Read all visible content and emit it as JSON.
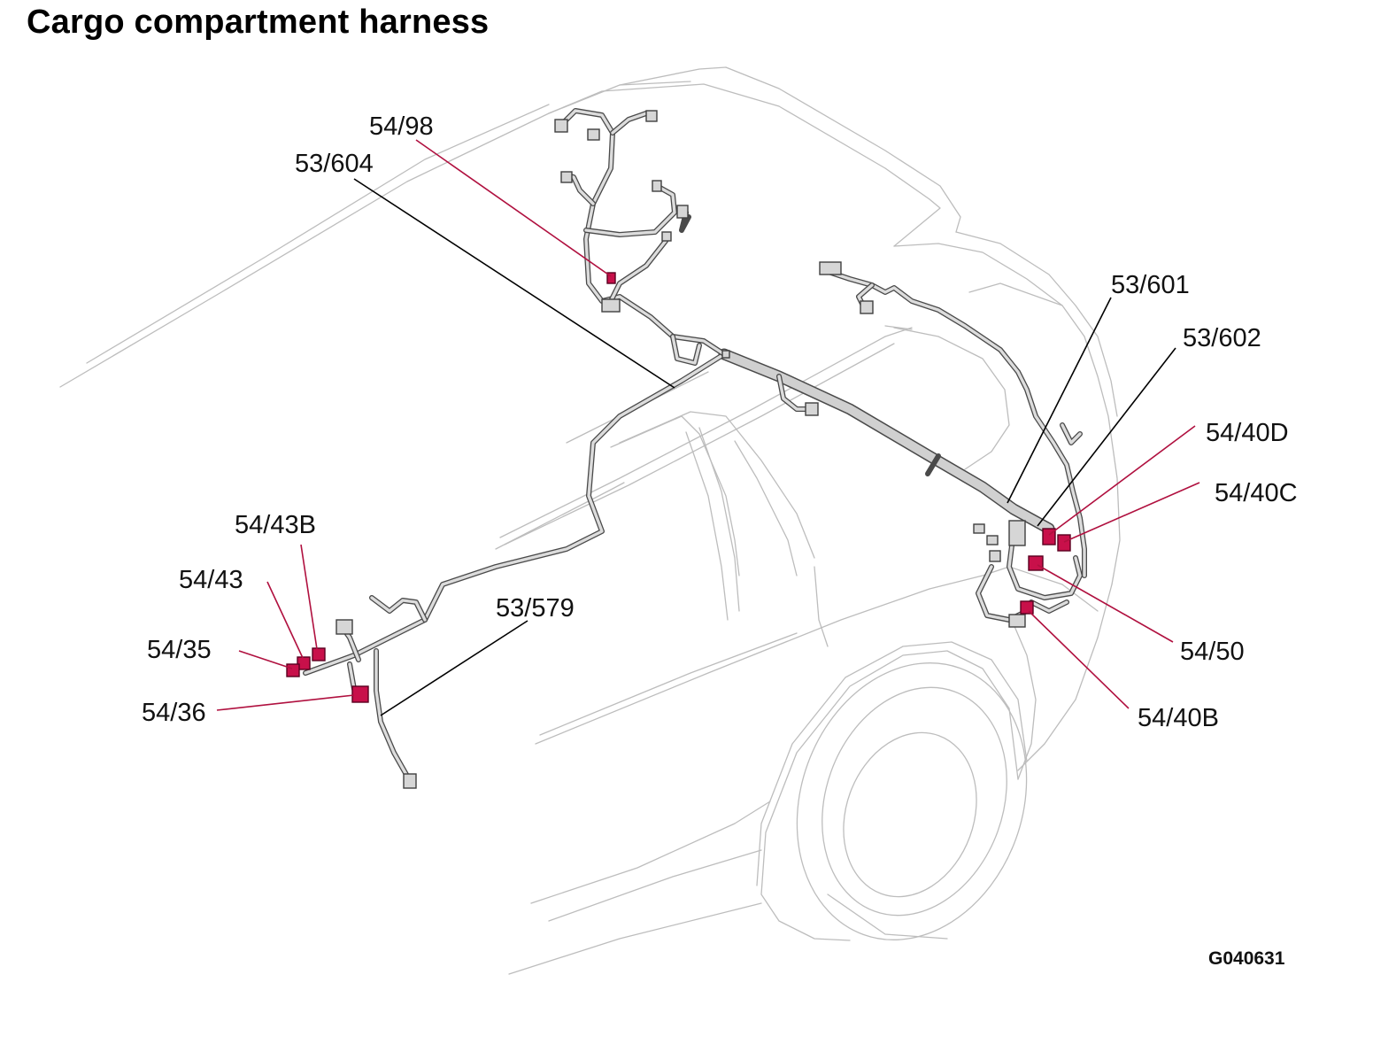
{
  "title": "Cargo compartment harness",
  "labels": {
    "l_54_98": "54/98",
    "l_53_604": "53/604",
    "l_53_601": "53/601",
    "l_53_602": "53/602",
    "l_54_40D": "54/40D",
    "l_54_40C": "54/40C",
    "l_54_50": "54/50",
    "l_54_40B": "54/40B",
    "l_54_43B": "54/43B",
    "l_54_43": "54/43",
    "l_54_35": "54/35",
    "l_54_36": "54/36",
    "l_53_579": "53/579"
  },
  "reference_code": "G040631",
  "colors": {
    "highlight_connector": "#c8104a",
    "leader_red": "#b0103f",
    "car_outline": "#bdbdbd",
    "harness": "#4a4a4a"
  }
}
